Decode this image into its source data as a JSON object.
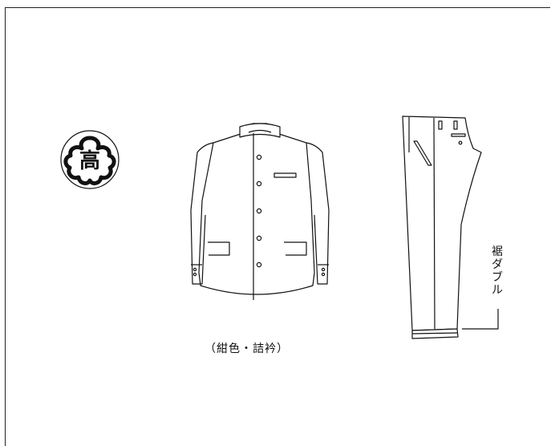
{
  "caption": "（紺色・詰衿）",
  "hem_label": [
    "裾",
    "ダ",
    "ブ",
    "ル"
  ],
  "emblem_char": "高",
  "colors": {
    "line": "#111111",
    "background": "#ffffff"
  }
}
